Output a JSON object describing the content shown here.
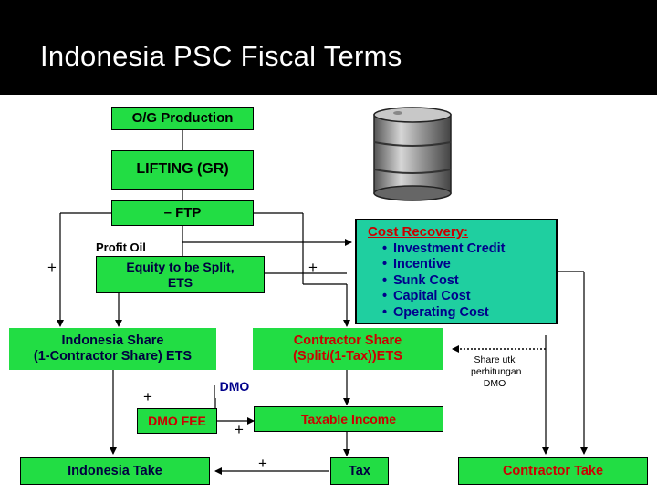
{
  "slide": {
    "title": "Indonesia PSC Fiscal Terms"
  },
  "diagram": {
    "og_production": "O/G Production",
    "lifting": "LIFTING (GR)",
    "ftp": "– FTP",
    "profit_oil": "Profit Oil",
    "equity_line1": "Equity to be Split,",
    "equity_line2": "ETS",
    "indonesia_share_line1": "Indonesia Share",
    "indonesia_share_line2": "(1-Contractor Share) ETS",
    "contractor_share_line1": "Contractor Share",
    "contractor_share_line2": "(Split/(1-Tax))ETS",
    "dmo": "DMO",
    "dmo_fee": "DMO FEE",
    "taxable_income": "Taxable Income",
    "indonesia_take": "Indonesia Take",
    "tax": "Tax",
    "contractor_take": "Contractor Take",
    "share_note_line1": "Share utk",
    "share_note_line2": "perhitungan",
    "share_note_line3": "DMO",
    "plus_sign": "+",
    "cost_recovery": {
      "title": "Cost Recovery:",
      "items": [
        "Investment Credit",
        "Incentive",
        "Sunk Cost",
        "Capital Cost",
        "Operating Cost"
      ]
    },
    "icons": {
      "barrel": "oil-barrel-icon"
    }
  }
}
